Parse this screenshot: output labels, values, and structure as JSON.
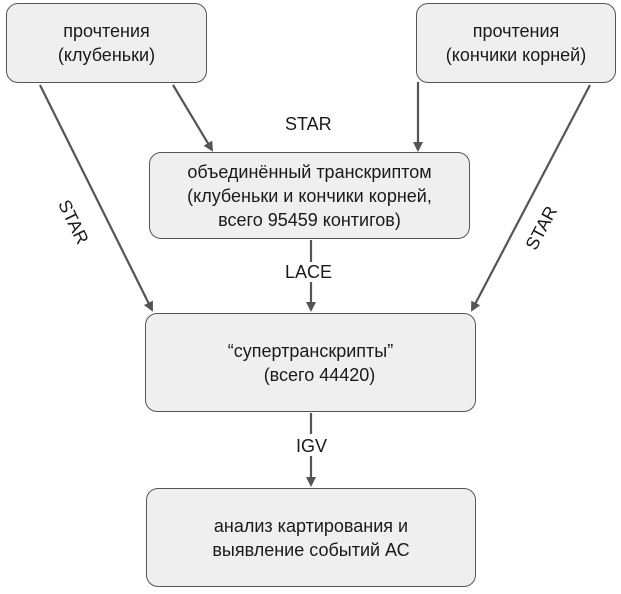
{
  "nodes": {
    "reads_tubers": {
      "line1": "прочтения",
      "line2": "(клубеньки)"
    },
    "reads_root_tips": {
      "line1": "прочтения",
      "line2": "(кончики корней)"
    },
    "combined_transcriptome": {
      "line1": "объединённый транскриптом",
      "line2": "(клубеньки и кончики корней,",
      "line3": "всего 95459 контигов)"
    },
    "supertranscripts": {
      "line1": "“супертранскрипты”",
      "line2": "(всего 44420)"
    },
    "analysis": {
      "line1": "анализ картирования и",
      "line2": "выявление событий АС"
    }
  },
  "edge_labels": {
    "star_top": "STAR",
    "star_left": "STAR",
    "star_right": "STAR",
    "lace": "LACE",
    "igv": "IGV"
  },
  "colors": {
    "node_fill": "#efefef",
    "node_border": "#555555",
    "arrow": "#555555",
    "text": "#1a1a1a"
  }
}
